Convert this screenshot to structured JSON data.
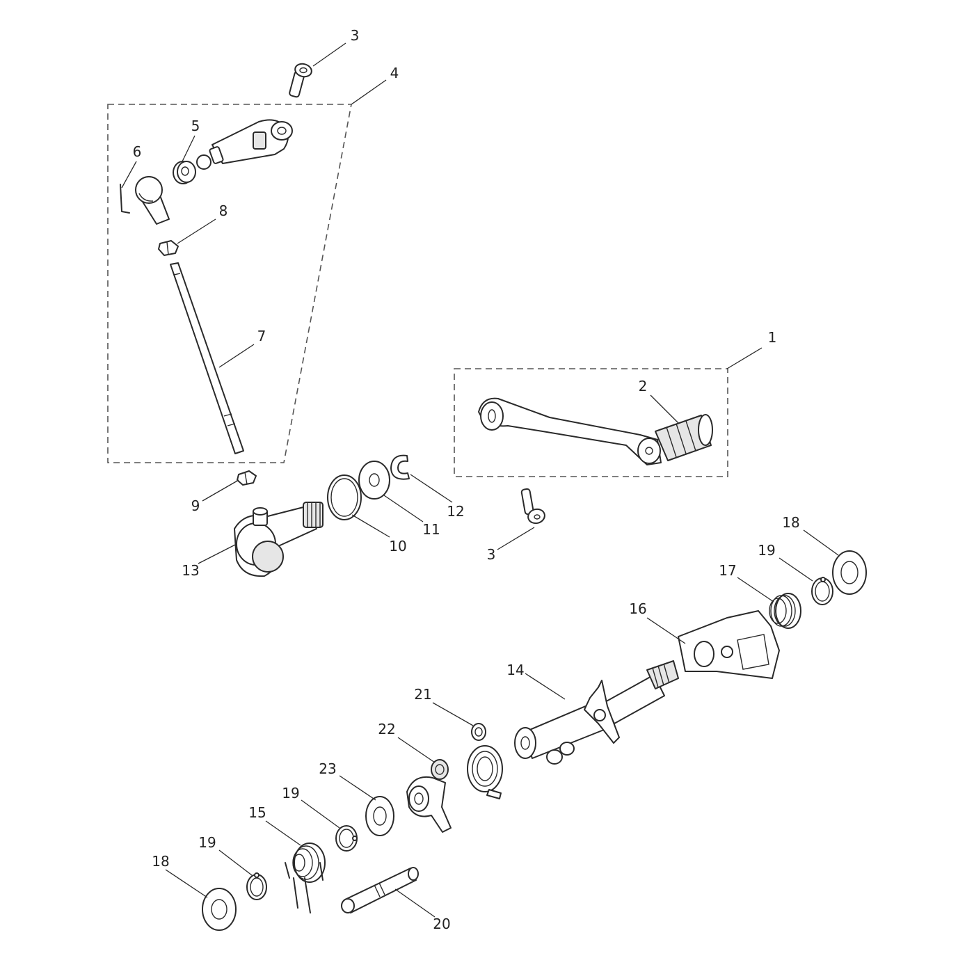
{
  "callouts": {
    "c1": "1",
    "c2": "2",
    "c3a": "3",
    "c3b": "3",
    "c4": "4",
    "c5": "5",
    "c6": "6",
    "c7": "7",
    "c8": "8",
    "c9": "9",
    "c10": "10",
    "c11": "11",
    "c12": "12",
    "c13": "13",
    "c14": "14",
    "c15": "15",
    "c16": "16",
    "c17": "17",
    "c18a": "18",
    "c18b": "18",
    "c19a": "19",
    "c19b": "19",
    "c19c": "19",
    "c20": "20",
    "c21": "21",
    "c22": "22",
    "c23": "23"
  }
}
